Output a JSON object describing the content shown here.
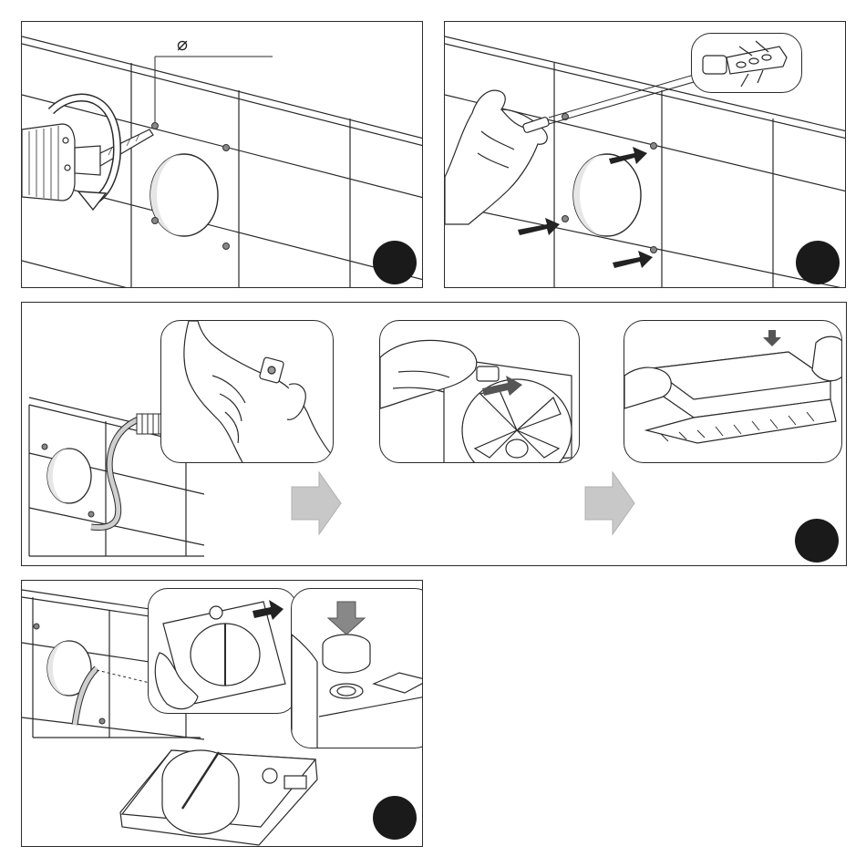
{
  "diameter_symbol": "⌀",
  "colors": {
    "line": "#2a2a2a",
    "badge": "#1a1a1a",
    "arrow_gray": "#c8c8c8",
    "arrow_dark": "#222222",
    "cable": "#bdbdbd"
  },
  "steps": [
    {
      "panel": "drill-holes",
      "badge_label": ""
    },
    {
      "panel": "insert-wall-plugs",
      "badge_label": ""
    },
    {
      "panel": "connect-and-assemble",
      "badge_label": ""
    },
    {
      "panel": "mount-fan",
      "badge_label": ""
    }
  ],
  "icons": [
    "drill-icon",
    "wall-plug-icon",
    "cable-icon",
    "terminal-block-icon",
    "flow-arrow-icon",
    "rotation-arrow-icon",
    "push-arrow-icon"
  ]
}
